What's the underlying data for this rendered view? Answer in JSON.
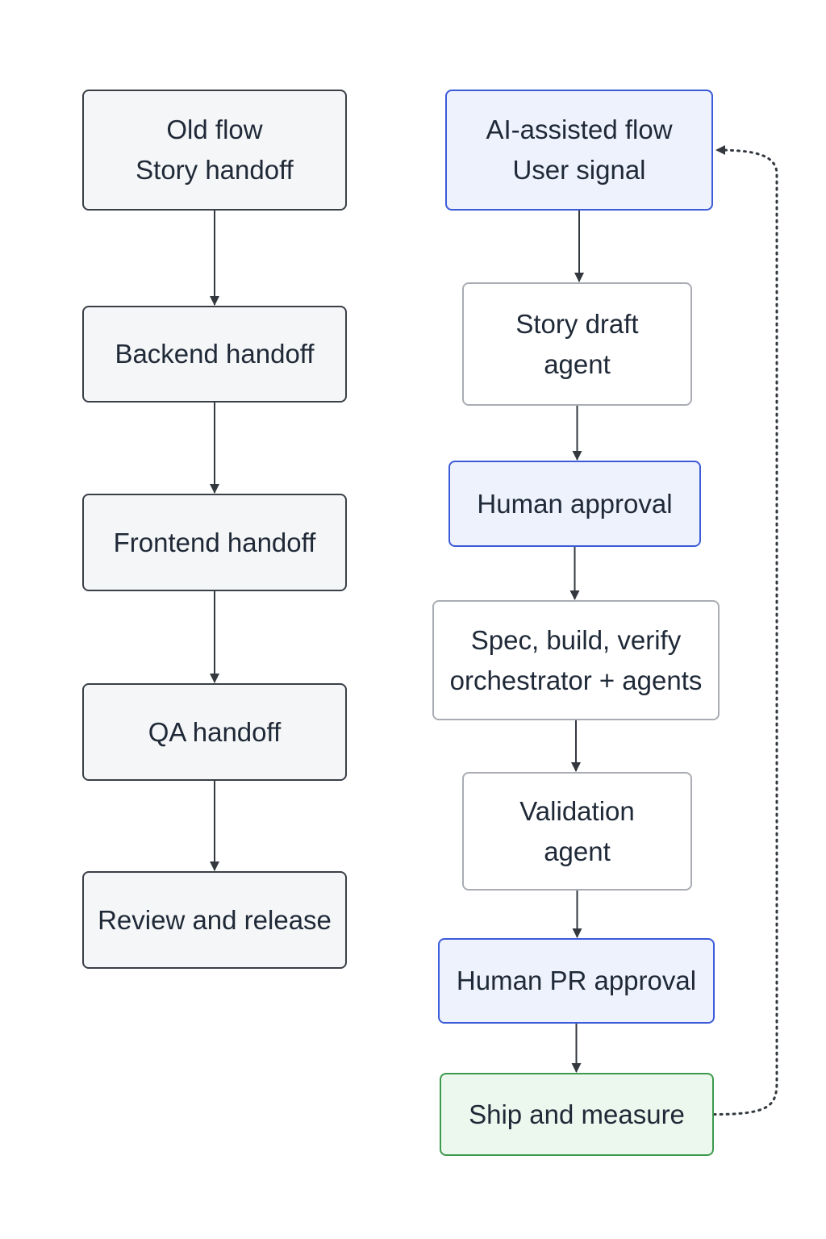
{
  "old_flow": {
    "nodes": [
      {
        "id": "story-handoff",
        "lines": [
          "Old flow",
          "Story handoff"
        ]
      },
      {
        "id": "backend-handoff",
        "lines": [
          "Backend handoff"
        ]
      },
      {
        "id": "frontend-handoff",
        "lines": [
          "Frontend handoff"
        ]
      },
      {
        "id": "qa-handoff",
        "lines": [
          "QA handoff"
        ]
      },
      {
        "id": "review-release",
        "lines": [
          "Review and release"
        ]
      }
    ]
  },
  "ai_flow": {
    "nodes": [
      {
        "id": "user-signal",
        "lines": [
          "AI-assisted flow",
          "User signal"
        ],
        "style": "blue"
      },
      {
        "id": "story-draft-agent",
        "lines": [
          "Story draft",
          "agent"
        ],
        "style": "plain"
      },
      {
        "id": "human-approval",
        "lines": [
          "Human approval"
        ],
        "style": "blue"
      },
      {
        "id": "spec-build-verify",
        "lines": [
          "Spec, build, verify",
          "orchestrator + agents"
        ],
        "style": "plain"
      },
      {
        "id": "validation-agent",
        "lines": [
          "Validation",
          "agent"
        ],
        "style": "plain"
      },
      {
        "id": "human-pr-approval",
        "lines": [
          "Human PR approval"
        ],
        "style": "blue"
      },
      {
        "id": "ship-measure",
        "lines": [
          "Ship and measure"
        ],
        "style": "green"
      }
    ]
  },
  "edges": [
    {
      "from": "story-handoff",
      "to": "backend-handoff",
      "style": "solid"
    },
    {
      "from": "backend-handoff",
      "to": "frontend-handoff",
      "style": "solid"
    },
    {
      "from": "frontend-handoff",
      "to": "qa-handoff",
      "style": "solid"
    },
    {
      "from": "qa-handoff",
      "to": "review-release",
      "style": "solid"
    },
    {
      "from": "user-signal",
      "to": "story-draft-agent",
      "style": "solid"
    },
    {
      "from": "story-draft-agent",
      "to": "human-approval",
      "style": "solid"
    },
    {
      "from": "human-approval",
      "to": "spec-build-verify",
      "style": "solid"
    },
    {
      "from": "spec-build-verify",
      "to": "validation-agent",
      "style": "solid"
    },
    {
      "from": "validation-agent",
      "to": "human-pr-approval",
      "style": "solid"
    },
    {
      "from": "human-pr-approval",
      "to": "ship-measure",
      "style": "solid"
    },
    {
      "from": "ship-measure",
      "to": "user-signal",
      "style": "dotted"
    }
  ],
  "colors": {
    "old_border": "#3a3f47",
    "old_fill": "#f5f6f7",
    "blue_border": "#3c5bd8",
    "blue_fill": "#eef2fd",
    "plain_border": "#a9adb3",
    "green_border": "#3c9a4c",
    "green_fill": "#ecf8ee",
    "arrow": "#33383f"
  }
}
